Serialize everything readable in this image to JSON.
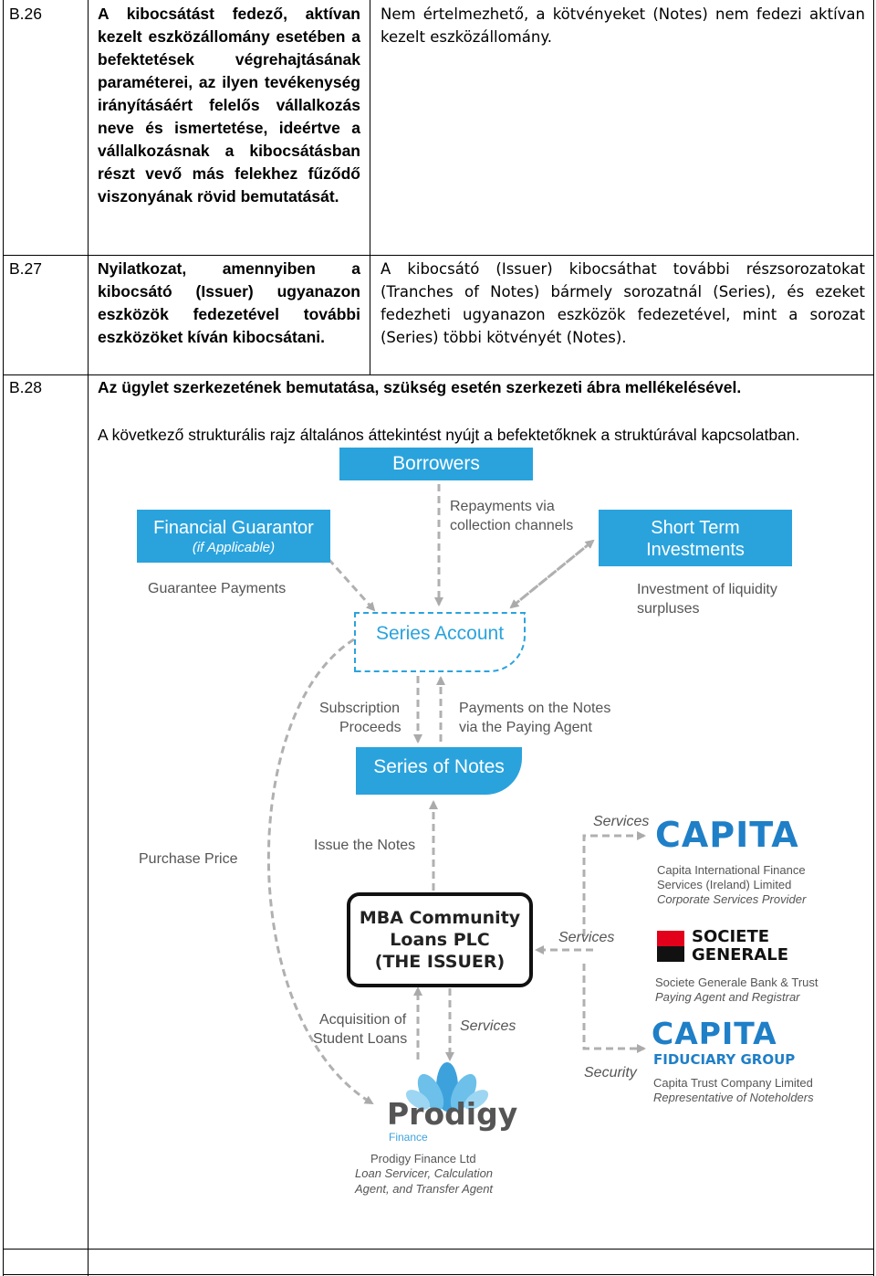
{
  "rows": [
    {
      "id": "B.26",
      "requirement": "A kibocsátást fedező, aktívan kezelt eszközállomány esetében a befektetések végrehajtásának paraméterei, az ilyen tevékenység irányításáért felelős vállalkozás neve és ismertetése, ideértve a vállalkozásnak a kibocsátásban részt vevő más felekhez fűződő viszonyának rövid bemutatását.",
      "answer": "Nem értelmezhető, a kötvényeket (Notes) nem fedezi aktívan kezelt eszközállomány."
    },
    {
      "id": "B.27",
      "requirement": "Nyilatkozat, amennyiben a kibocsátó (Issuer) ugyanazon eszközök fedezetével további eszközöket kíván kibocsátani.",
      "answer": "A kibocsátó (Issuer) kibocsáthat további részsorozatokat (Tranches of Notes) bármely sorozatnál (Series), és ezeket fedezheti ugyanazon eszközök fedezetével, mint a sorozat (Series) többi kötvényét (Notes)."
    },
    {
      "id": "B.28",
      "requirement": "Az ügylet szerkezetének bemutatása, szükség esetén szerkezeti ábra mellékelésével.",
      "intro": "A következő strukturális rajz általános áttekintést nyújt a befektetőknek a struktúrával kapcsolatban."
    }
  ],
  "diagram": {
    "borrowers": "Borrowers",
    "financial_guarantor": "Financial Guarantor",
    "financial_guarantor_note": "(if Applicable)",
    "guarantee_payments": "Guarantee Payments",
    "repayments": [
      "Repayments via",
      "collection channels"
    ],
    "short_term": [
      "Short Term",
      "Investments"
    ],
    "investment_liquidity": [
      "Investment of liquidity",
      "surpluses"
    ],
    "series_account": "Series Account",
    "subscription": [
      "Subscription",
      "Proceeds"
    ],
    "payments_notes": [
      "Payments on the Notes",
      "via the Paying Agent"
    ],
    "series_of_notes": "Series of Notes",
    "purchase_price": "Purchase Price",
    "issue_notes": "Issue the Notes",
    "issuer": [
      "MBA Community",
      "Loans PLC",
      "(THE ISSUER)"
    ],
    "services_1": "Services",
    "services_2": "Services",
    "services_3": "Services",
    "security": "Security",
    "acquisition": [
      "Acquisition of",
      "Student Loans"
    ],
    "capita_logo": "CAPITA",
    "capita_desc": [
      "Capita International Finance",
      "Services (Ireland) Limited",
      "Corporate Services Provider"
    ],
    "socgen_logo": [
      "SOCIETE",
      "GENERALE"
    ],
    "socgen_desc": [
      "Societe Generale Bank & Trust",
      "Paying Agent and Registrar"
    ],
    "capita_fid_logo": "CAPITA",
    "capita_fid_sub": "FIDUCIARY GROUP",
    "capita_fid_desc": [
      "Capita Trust Company Limited",
      "Representative of Noteholders"
    ],
    "prodigy_logo": "Prodigy",
    "prodigy_sub": "Finance",
    "prodigy_desc": [
      "Prodigy Finance Ltd",
      "Loan Servicer, Calculation",
      "Agent, and Transfer Agent"
    ]
  }
}
